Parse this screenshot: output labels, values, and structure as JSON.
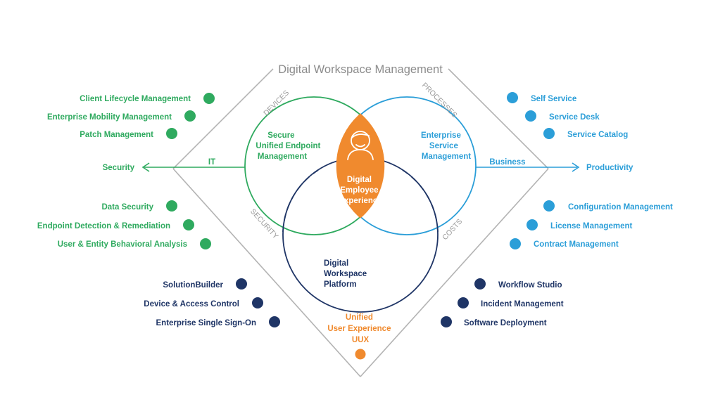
{
  "title": "Digital Workspace Management",
  "colors": {
    "green": "#2faa5f",
    "light_blue": "#2b9ed8",
    "navy": "#1f3566",
    "orange": "#f08a2e",
    "gray": "#b3b3b3",
    "gray_text": "#9a9a9a"
  },
  "diamond_labels": {
    "devices": "DEVICES",
    "processes": "PROCESSES",
    "security": "SECURITY",
    "costs": "COSTS"
  },
  "circles": {
    "left": [
      "Secure",
      "Unified Endpoint",
      "Management"
    ],
    "right": [
      "Enterprise",
      "Service",
      "Management"
    ],
    "bottom": [
      "Digital",
      "Workspace",
      "Platform"
    ],
    "center": [
      "Digital",
      "Employee",
      "Experience"
    ],
    "center_icon": "user-icon"
  },
  "axes": {
    "it": "IT",
    "business": "Business",
    "security": "Security",
    "productivity": "Productivity"
  },
  "uux": [
    "Unified",
    "User Experience",
    "UUX"
  ],
  "lists": {
    "top_left": [
      "Client Lifecycle Management",
      "Enterprise Mobility Management",
      "Patch Management"
    ],
    "mid_left": [
      "Data Security",
      "Endpoint Detection & Remediation",
      "User & Entity Behavioral Analysis"
    ],
    "bottom_left": [
      "SolutionBuilder",
      "Device & Access Control",
      "Enterprise Single Sign-On"
    ],
    "top_right": [
      "Self Service",
      "Service Desk",
      "Service Catalog"
    ],
    "mid_right": [
      "Configuration Management",
      "License Management",
      "Contract Management"
    ],
    "bottom_right": [
      "Workflow Studio",
      "Incident Management",
      "Software Deployment"
    ]
  }
}
